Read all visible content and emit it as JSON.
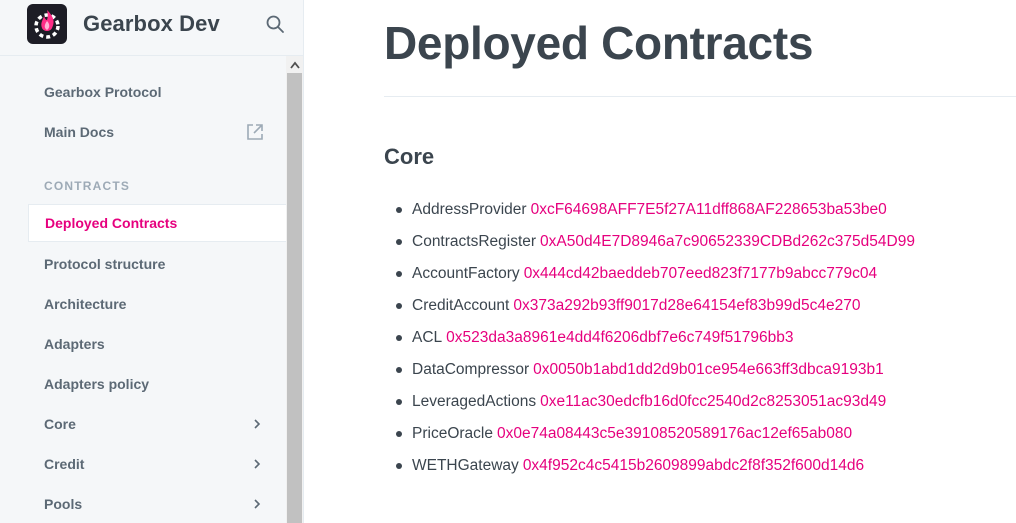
{
  "sidebar": {
    "brand": "Gearbox Dev",
    "items_top": [
      {
        "label": "Gearbox Protocol"
      },
      {
        "label": "Main Docs"
      }
    ],
    "section_title": "CONTRACTS",
    "items": [
      {
        "label": "Deployed Contracts",
        "active": true
      },
      {
        "label": "Protocol structure"
      },
      {
        "label": "Architecture"
      },
      {
        "label": "Adapters"
      },
      {
        "label": "Adapters policy"
      },
      {
        "label": "Core",
        "expandable": true
      },
      {
        "label": "Credit",
        "expandable": true
      },
      {
        "label": "Pools",
        "expandable": true
      }
    ]
  },
  "main": {
    "title": "Deployed Contracts",
    "section": "Core",
    "contracts": [
      {
        "name": "AddressProvider",
        "address": "0xcF64698AFF7E5f27A11dff868AF228653ba53be0"
      },
      {
        "name": "ContractsRegister",
        "address": "0xA50d4E7D8946a7c90652339CDBd262c375d54D99"
      },
      {
        "name": "AccountFactory",
        "address": "0x444cd42baeddeb707eed823f7177b9abcc779c04"
      },
      {
        "name": "CreditAccount",
        "address": "0x373a292b93ff9017d28e64154ef83b99d5c4e270"
      },
      {
        "name": "ACL",
        "address": "0x523da3a8961e4dd4f6206dbf7e6c749f51796bb3"
      },
      {
        "name": "DataCompressor",
        "address": "0x0050b1abd1dd2d9b01ce954e663ff3dbca9193b1"
      },
      {
        "name": "LeveragedActions",
        "address": "0xe11ac30edcfb16d0fcc2540d2c8253051ac93d49"
      },
      {
        "name": "PriceOracle",
        "address": "0x0e74a08443c5e39108520589176ac12ef65ab080"
      },
      {
        "name": "WETHGateway",
        "address": "0x4f952c4c5415b2609899abdc2f8f352f600d14d6"
      }
    ]
  },
  "colors": {
    "accent": "#e6007e",
    "text": "#3b454e",
    "sidebar_bg": "#f5f7f9",
    "logo_bg": "#1d1d26"
  }
}
